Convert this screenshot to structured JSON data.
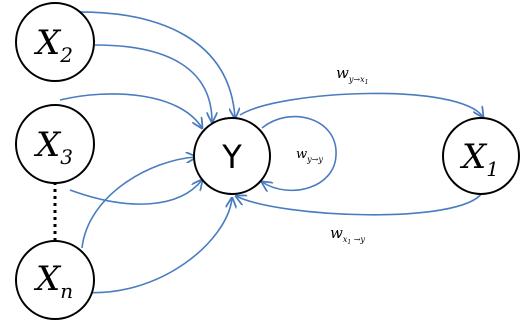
{
  "nodes": {
    "x2": {
      "base": "X",
      "sub": "2"
    },
    "x3": {
      "base": "X",
      "sub": "3"
    },
    "xn": {
      "base": "X",
      "sub": "n"
    },
    "y": {
      "base": "Y"
    },
    "x1": {
      "base": "X",
      "sub": "1"
    }
  },
  "weights": {
    "y_to_x1": {
      "base": "w",
      "sub": "y→x",
      "subsub": "1"
    },
    "y_to_y": {
      "base": "w",
      "sub": "y→y"
    },
    "x1_to_y": {
      "base": "w",
      "sub": "x",
      "subsub": "1",
      "tail": " →y"
    }
  },
  "colors": {
    "edge": "#4a7cc0",
    "node_stroke": "#000000"
  }
}
